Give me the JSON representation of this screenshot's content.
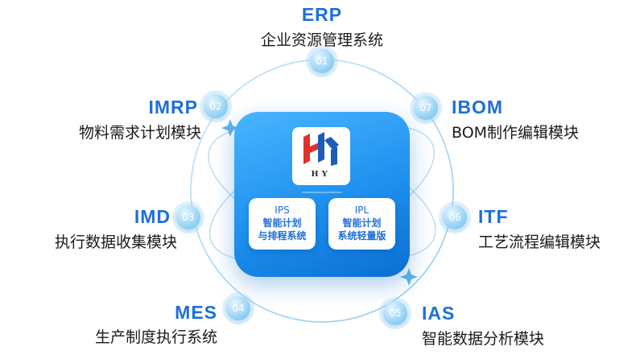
{
  "logo": {
    "text": "HY"
  },
  "center_cards": [
    {
      "code": "IPS",
      "line1": "智能计划",
      "line2": "与排程系统"
    },
    {
      "code": "IPL",
      "line1": "智能计划",
      "line2": "系统轻量版"
    }
  ],
  "nodes": [
    {
      "num": "01",
      "code": "ERP",
      "desc": "企业资源管理系统"
    },
    {
      "num": "02",
      "code": "IMRP",
      "desc": "物料需求计划模块"
    },
    {
      "num": "03",
      "code": "IMD",
      "desc": "执行数据收集模块"
    },
    {
      "num": "04",
      "code": "MES",
      "desc": "生产制度执行系统"
    },
    {
      "num": "05",
      "code": "IAS",
      "desc": "智能数据分析模块"
    },
    {
      "num": "06",
      "code": "ITF",
      "desc": "工艺流程编辑模块"
    },
    {
      "num": "07",
      "code": "IBOM",
      "desc": "BOM制作编辑模块"
    }
  ],
  "colors": {
    "accent": "#1d6fd8",
    "tile_top": "#49b5ff",
    "tile_bottom": "#0a6fd2",
    "ring": "#a8d8f4",
    "logo_red": "#e0312b",
    "logo_blue": "#1e5cb8"
  }
}
